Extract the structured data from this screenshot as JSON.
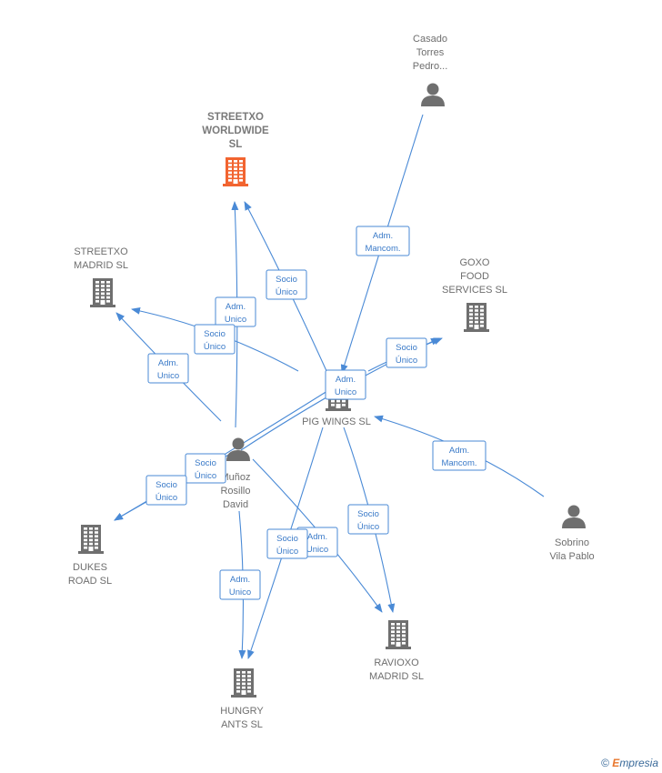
{
  "colors": {
    "accent": "#4a8ad6",
    "building_main": "#f26430",
    "building": "#6f6f6f",
    "person": "#6f6f6f",
    "label": "#6e6e6e"
  },
  "nodes": [
    {
      "id": "streetxo_worldwide",
      "kind": "building",
      "main": true,
      "label": [
        "STREETXO",
        "WORLDWIDE",
        "SL"
      ]
    },
    {
      "id": "casado",
      "kind": "person",
      "label": [
        "Casado",
        "Torres",
        "Pedro..."
      ]
    },
    {
      "id": "streetxo_madrid",
      "kind": "building",
      "label": [
        "STREETXO",
        "MADRID SL"
      ]
    },
    {
      "id": "goxo",
      "kind": "building",
      "label": [
        "GOXO",
        "FOOD",
        "SERVICES SL"
      ]
    },
    {
      "id": "pig_wings",
      "kind": "building",
      "label": [
        "PIG WINGS SL"
      ]
    },
    {
      "id": "munoz",
      "kind": "person",
      "label": [
        "Muñoz",
        "Rosillo",
        "David"
      ]
    },
    {
      "id": "sobrino",
      "kind": "person",
      "label": [
        "Sobrino",
        "Vila Pablo"
      ]
    },
    {
      "id": "dukes",
      "kind": "building",
      "label": [
        "DUKES",
        "ROAD SL"
      ]
    },
    {
      "id": "ravioxo",
      "kind": "building",
      "label": [
        "RAVIOXO",
        "MADRID SL"
      ]
    },
    {
      "id": "hungry",
      "kind": "building",
      "label": [
        "HUNGRY",
        "ANTS SL"
      ]
    }
  ],
  "edges": [
    {
      "from": "casado",
      "to": "pig_wings",
      "label": [
        "Adm.",
        "Mancom."
      ]
    },
    {
      "from": "sobrino",
      "to": "pig_wings",
      "label": [
        "Adm.",
        "Mancom."
      ]
    },
    {
      "from": "pig_wings",
      "to": "streetxo_worldwide",
      "label": [
        "Socio",
        "Único"
      ]
    },
    {
      "from": "munoz",
      "to": "streetxo_worldwide",
      "label": [
        "Adm.",
        "Unico"
      ]
    },
    {
      "from": "pig_wings",
      "to": "streetxo_madrid",
      "label": [
        "Socio",
        "Único"
      ]
    },
    {
      "from": "munoz",
      "to": "streetxo_madrid",
      "label": [
        "Adm.",
        "Unico"
      ]
    },
    {
      "from": "pig_wings",
      "to": "goxo",
      "label": [
        "Socio",
        "Único"
      ]
    },
    {
      "from": "munoz",
      "to": "goxo",
      "label": [
        "Adm.",
        "Unico"
      ]
    },
    {
      "from": "munoz",
      "to": "dukes",
      "label": [
        "Socio",
        "Único"
      ]
    },
    {
      "from": "pig_wings",
      "to": "dukes",
      "label": [
        "Socio",
        "Único"
      ]
    },
    {
      "from": "pig_wings",
      "to": "ravioxo",
      "label": [
        "Socio",
        "Único"
      ]
    },
    {
      "from": "munoz",
      "to": "ravioxo",
      "label": [
        "Adm.",
        "Unico"
      ]
    },
    {
      "from": "pig_wings",
      "to": "hungry",
      "label": [
        "Socio",
        "Único"
      ]
    },
    {
      "from": "munoz",
      "to": "hungry",
      "label": [
        "Adm.",
        "Unico"
      ]
    }
  ],
  "watermark": {
    "copyright": "©",
    "brand_initial": "E",
    "brand_rest": "mpresia"
  }
}
